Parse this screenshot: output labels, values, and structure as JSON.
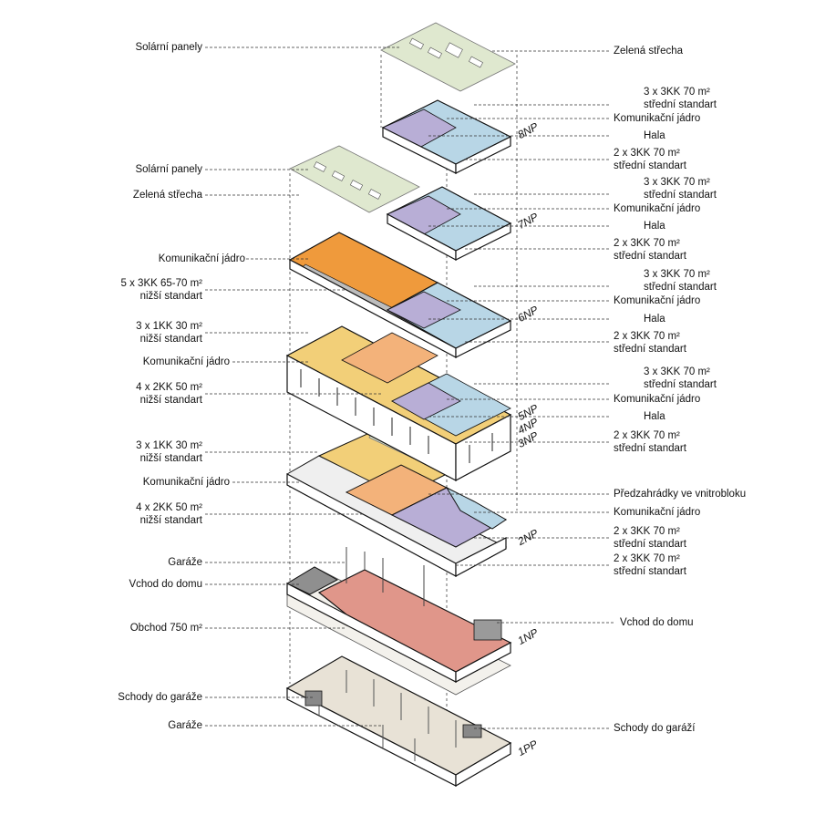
{
  "left_labels": {
    "solar1": "Solární panely",
    "solar2": "Solární panely",
    "green2": "Zelená střecha",
    "core_orange": "Komunikační  jádro",
    "five_line1": "5 x 3KK 65-70 m²",
    "five_line2": "nižší standart",
    "onekk_a_line1": "3 x 1KK 30 m²",
    "onekk_a_line2": "nižší standart",
    "core_yellow": "Komunikační  jádro",
    "twokk_a_line1": "4 x 2KK 50 m²",
    "twokk_a_line2": "nižší standart",
    "onekk_b_line1": "3 x 1KK 30 m²",
    "onekk_b_line2": "nižší standart",
    "core_2np": "Komunikační  jádro",
    "twokk_b_line1": "4 x 2KK 50 m²",
    "twokk_b_line2": "nižší standart",
    "garaze1": "Garáže",
    "vchod": "Vchod do domu",
    "obchod": "Obchod 750 m²",
    "schody": "Schody do garáže",
    "garaze2": "Garáže"
  },
  "right_labels": {
    "green1": "Zelená střecha",
    "n8_top_line1": "3 x 3KK 70 m²",
    "n8_top_line2": "střední standart",
    "n8_core": "Komunikační jádro",
    "n8_hala": "Hala",
    "n8_bot_line1": "2 x 3KK 70 m²",
    "n8_bot_line2": "střední standart",
    "n7_top_line1": "3 x 3KK 70 m²",
    "n7_top_line2": "střední standart",
    "n7_core": "Komunikační jádro",
    "n7_hala": "Hala",
    "n7_bot_line1": "2 x 3KK 70 m²",
    "n7_bot_line2": "střední standart",
    "n6_top_line1": "3 x 3KK 70 m²",
    "n6_top_line2": "střední standart",
    "n6_core": "Komunikační jádro",
    "n6_hala": "Hala",
    "n6_bot_line1": "2 x 3KK 70 m²",
    "n6_bot_line2": "střední standart",
    "n5_top_line1": "3 x 3KK 70 m²",
    "n5_top_line2": "střední standart",
    "n5_core": "Komunikační jádro",
    "n5_hala": "Hala",
    "n5_bot_line1": "2 x 3KK 70 m²",
    "n5_bot_line2": "střední standart",
    "predzahradky": "Předzahrádky ve vnitrobloku",
    "n2_core": "Komunikační jádro",
    "n2_a_line1": "2 x 3KK 70 m²",
    "n2_a_line2": "střední standart",
    "n2_b_line1": "2 x 3KK 70 m²",
    "n2_b_line2": "střední standart",
    "vchod": "Vchod do domu",
    "schody": "Schody do garáží"
  },
  "floor_tags": {
    "f8": "8NP",
    "f7": "7NP",
    "f6": "6NP",
    "f5": "5NP",
    "f4": "4NP",
    "f3": "3NP",
    "f2": "2NP",
    "f1": "1NP",
    "fpp": "1PP"
  },
  "colors": {
    "green_roof": "#dfe8cf",
    "blue_flat": "#b8d6e6",
    "purple_flat": "#b8aed6",
    "orange_flat": "#ef9a3c",
    "yellow_flat": "#f2cf78",
    "peach_flat": "#f3b27a",
    "shop": "#e0968a",
    "garage": "#e8e2d6",
    "core_grey": "#bdbdbd"
  }
}
